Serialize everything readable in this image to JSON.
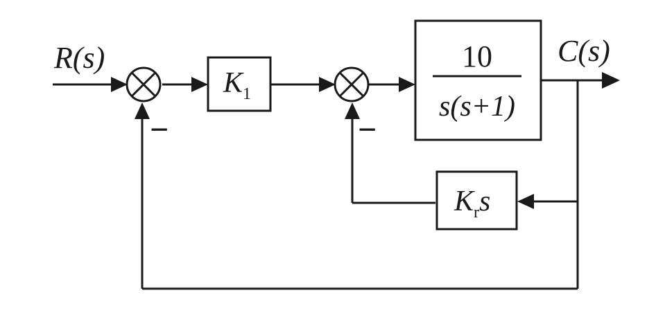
{
  "signals": {
    "input_label": "R(s)",
    "output_label": "C(s)"
  },
  "blocks": {
    "gain_k1": {
      "symbol": "K",
      "subscript": "1"
    },
    "plant": {
      "numerator": "10",
      "denominator": "s(s+1)"
    },
    "rate_feedback": {
      "symbol": "K",
      "subscript": "r",
      "variable": "s"
    }
  },
  "summing_junctions": {
    "outer_sign": "−",
    "inner_sign": "−"
  }
}
